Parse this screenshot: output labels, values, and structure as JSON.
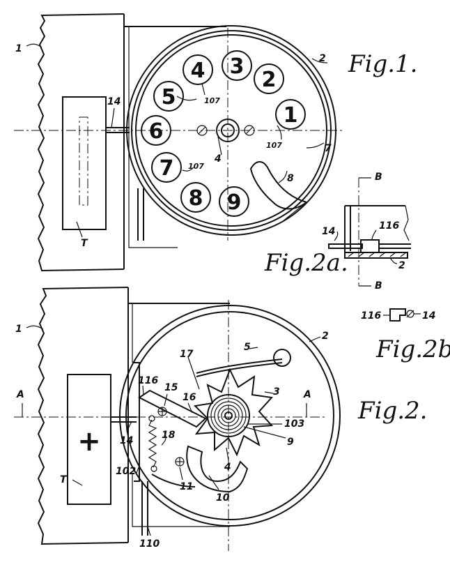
{
  "figures": {
    "fig1": "Fig.1.",
    "fig2": "Fig.2.",
    "fig2a": "Fig.2a.",
    "fig2b": "Fig.2b."
  },
  "dial_digits": [
    "1",
    "2",
    "3",
    "4",
    "5",
    "6",
    "7",
    "8",
    "9"
  ],
  "fig1_labels": {
    "wall": "1",
    "housing": "2",
    "shaft": "4",
    "disc": "7",
    "finger_stop": "8",
    "rod": "14",
    "hole_a": "107",
    "hole_b": "107",
    "hole_c": "107",
    "box": "T"
  },
  "fig2_labels": {
    "wall": "1",
    "housing": "2",
    "ratchet": "3",
    "shaft": "4",
    "spring_arm": "5",
    "spring_coil": "9",
    "lever": "10",
    "pivot": "11",
    "rod": "14",
    "pin": "15",
    "pawl": "16",
    "pawl_top": "17",
    "tension_spring": "18",
    "bracket": "102",
    "hub": "103",
    "slider": "116",
    "plate": "110",
    "box": "T",
    "section_left": "A",
    "section_right": "A",
    "box_symbol": "+"
  },
  "fig2a_labels": {
    "rod": "14",
    "slider": "116",
    "housing": "2",
    "section_top": "B",
    "section_bottom": "B"
  },
  "fig2b_labels": {
    "slider": "116",
    "rod": "14"
  }
}
